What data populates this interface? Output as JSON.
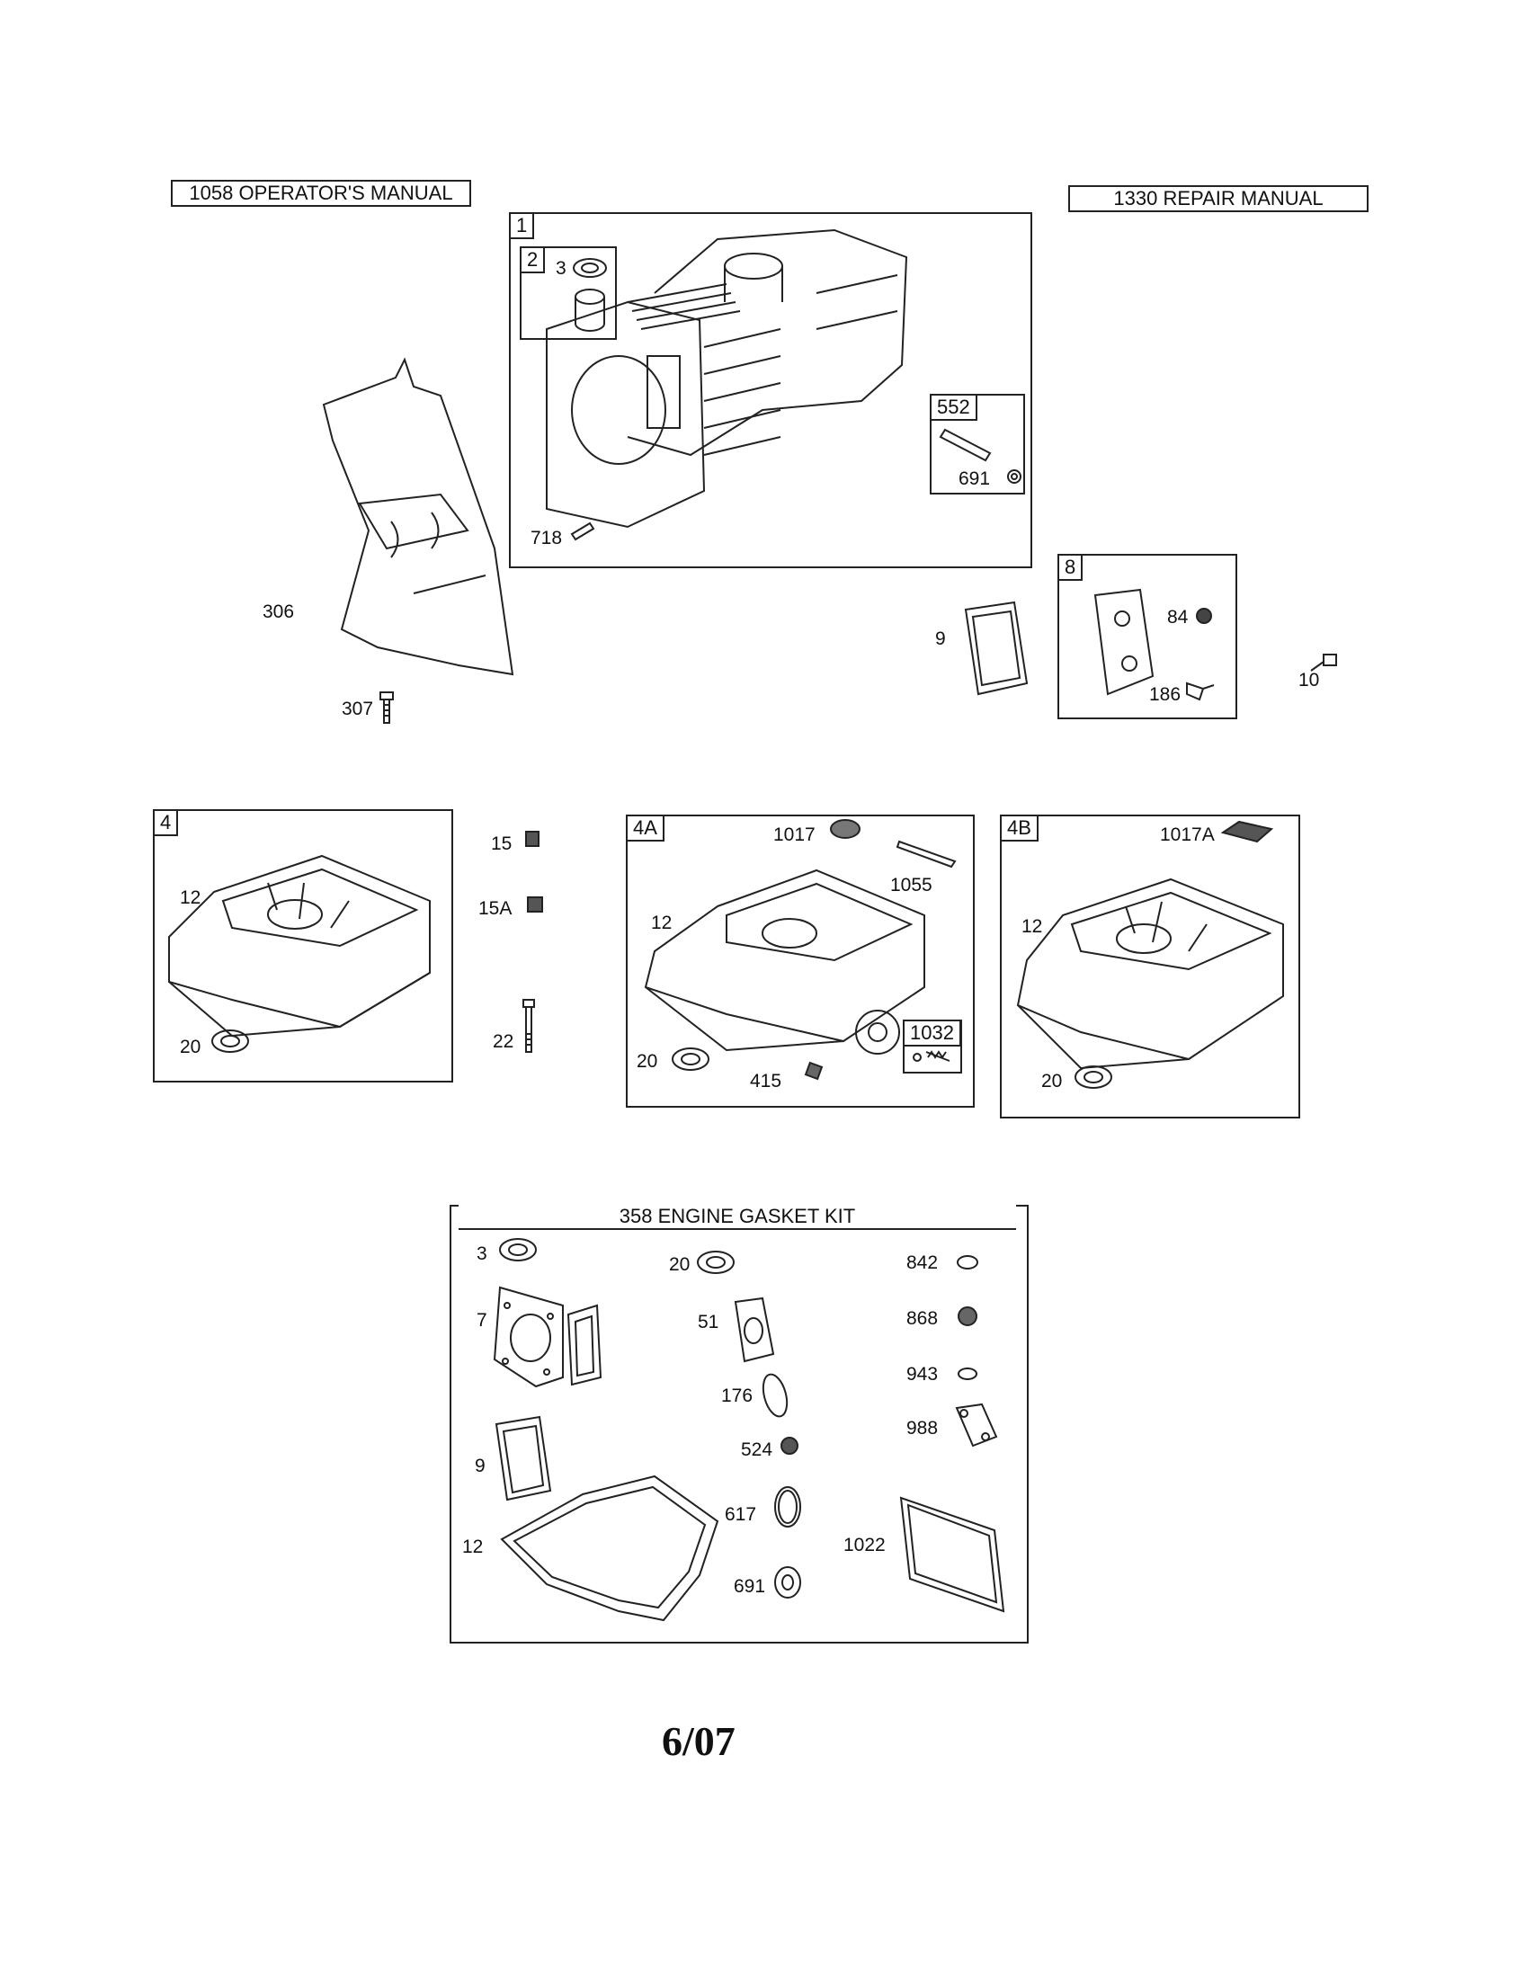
{
  "manuals": {
    "operators": "1058 OPERATOR'S MANUAL",
    "repair": "1330 REPAIR MANUAL"
  },
  "groups": {
    "g1": {
      "tag": "1",
      "sub_tag": "2",
      "p3": "3",
      "p552": "552",
      "p691": "691",
      "p718": "718"
    },
    "g8": {
      "tag": "8",
      "p84": "84",
      "p186": "186"
    },
    "g4": {
      "tag": "4",
      "p12": "12",
      "p20": "20"
    },
    "g4a": {
      "tag": "4A",
      "p1017": "1017",
      "p1055": "1055",
      "p12": "12",
      "p1032": "1032",
      "p20": "20",
      "p415": "415"
    },
    "g4b": {
      "tag": "4B",
      "p1017a": "1017A",
      "p12": "12",
      "p20": "20"
    }
  },
  "loose_parts": {
    "p306": "306",
    "p307": "307",
    "p9": "9",
    "p10": "10",
    "p15": "15",
    "p15a": "15A",
    "p22": "22"
  },
  "gasket_kit": {
    "title": "358 ENGINE GASKET KIT",
    "parts": {
      "p3": "3",
      "p7": "7",
      "p9": "9",
      "p12": "12",
      "p20": "20",
      "p51": "51",
      "p176": "176",
      "p524": "524",
      "p617": "617",
      "p691": "691",
      "p842": "842",
      "p868": "868",
      "p943": "943",
      "p988": "988",
      "p1022": "1022"
    }
  },
  "footer": {
    "date": "6/07"
  }
}
